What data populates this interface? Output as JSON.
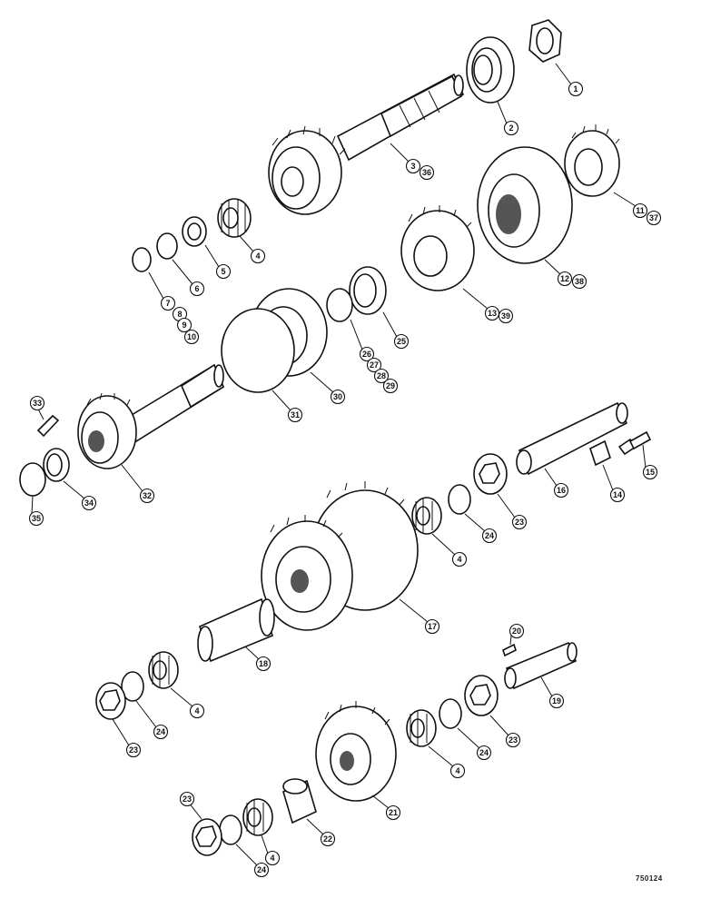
{
  "diagram": {
    "reference_code": "750124",
    "callouts": [
      {
        "id": "c1",
        "label": "1"
      },
      {
        "id": "c2",
        "label": "2"
      },
      {
        "id": "c3",
        "label": "3"
      },
      {
        "id": "c36",
        "label": "36"
      },
      {
        "id": "c4a",
        "label": "4"
      },
      {
        "id": "c5",
        "label": "5"
      },
      {
        "id": "c6",
        "label": "6"
      },
      {
        "id": "c7",
        "label": "7"
      },
      {
        "id": "c8",
        "label": "8"
      },
      {
        "id": "c9",
        "label": "9"
      },
      {
        "id": "c10",
        "label": "10"
      },
      {
        "id": "c11",
        "label": "11"
      },
      {
        "id": "c37",
        "label": "37"
      },
      {
        "id": "c12",
        "label": "12"
      },
      {
        "id": "c38",
        "label": "38"
      },
      {
        "id": "c13",
        "label": "13"
      },
      {
        "id": "c39",
        "label": "39"
      },
      {
        "id": "c25",
        "label": "25"
      },
      {
        "id": "c26",
        "label": "26"
      },
      {
        "id": "c27",
        "label": "27"
      },
      {
        "id": "c28",
        "label": "28"
      },
      {
        "id": "c29",
        "label": "29"
      },
      {
        "id": "c30",
        "label": "30"
      },
      {
        "id": "c31",
        "label": "31"
      },
      {
        "id": "c33",
        "label": "33"
      },
      {
        "id": "c32",
        "label": "32"
      },
      {
        "id": "c34",
        "label": "34"
      },
      {
        "id": "c35",
        "label": "35"
      },
      {
        "id": "c16",
        "label": "16"
      },
      {
        "id": "c14",
        "label": "14"
      },
      {
        "id": "c15",
        "label": "15"
      },
      {
        "id": "c23a",
        "label": "23"
      },
      {
        "id": "c24a",
        "label": "24"
      },
      {
        "id": "c4b",
        "label": "4"
      },
      {
        "id": "c17",
        "label": "17"
      },
      {
        "id": "c18",
        "label": "18"
      },
      {
        "id": "c20",
        "label": "20"
      },
      {
        "id": "c19",
        "label": "19"
      },
      {
        "id": "c23b",
        "label": "23"
      },
      {
        "id": "c24b",
        "label": "24"
      },
      {
        "id": "c4c",
        "label": "4"
      },
      {
        "id": "c23c",
        "label": "23"
      },
      {
        "id": "c24c",
        "label": "24"
      },
      {
        "id": "c4d",
        "label": "4"
      },
      {
        "id": "c21",
        "label": "21"
      },
      {
        "id": "c22",
        "label": "22"
      },
      {
        "id": "c23d",
        "label": "23"
      },
      {
        "id": "c24d",
        "label": "24"
      },
      {
        "id": "c4e",
        "label": "4"
      }
    ]
  }
}
